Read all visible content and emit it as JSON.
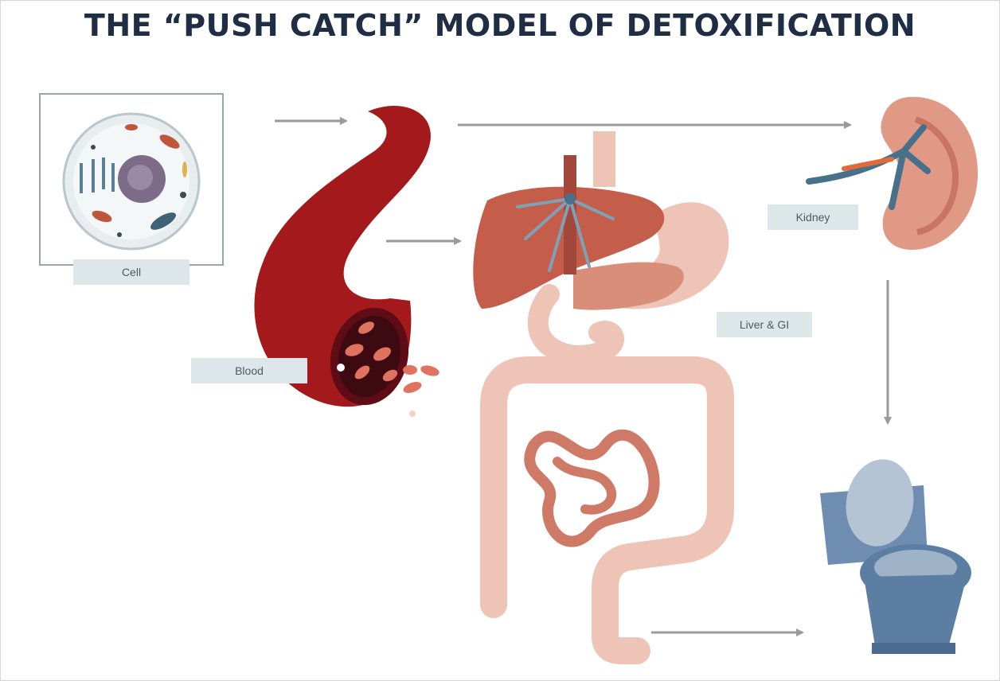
{
  "title": "THE “PUSH CATCH” MODEL OF DETOXIFICATION",
  "labels": {
    "cell": "Cell",
    "blood": "Blood",
    "liver_gi": "Liver & GI",
    "kidney": "Kidney"
  },
  "colors": {
    "title": "#1f2d45",
    "blood_vessel": "#a3191c",
    "blood_cell": "#e0735f",
    "liver": "#c45e4b",
    "gi_tract": "#eec4b7",
    "small_intestine": "#cf7a66",
    "vessel_blue": "#47708a",
    "toilet": "#6f8db0",
    "arrow": "#9a9a9a",
    "label_bg": "#dde7ea"
  },
  "icons": [
    "cell-icon",
    "blood-vessel-icon",
    "liver-icon",
    "stomach-icon",
    "intestine-icon",
    "kidney-icon",
    "toilet-icon"
  ]
}
